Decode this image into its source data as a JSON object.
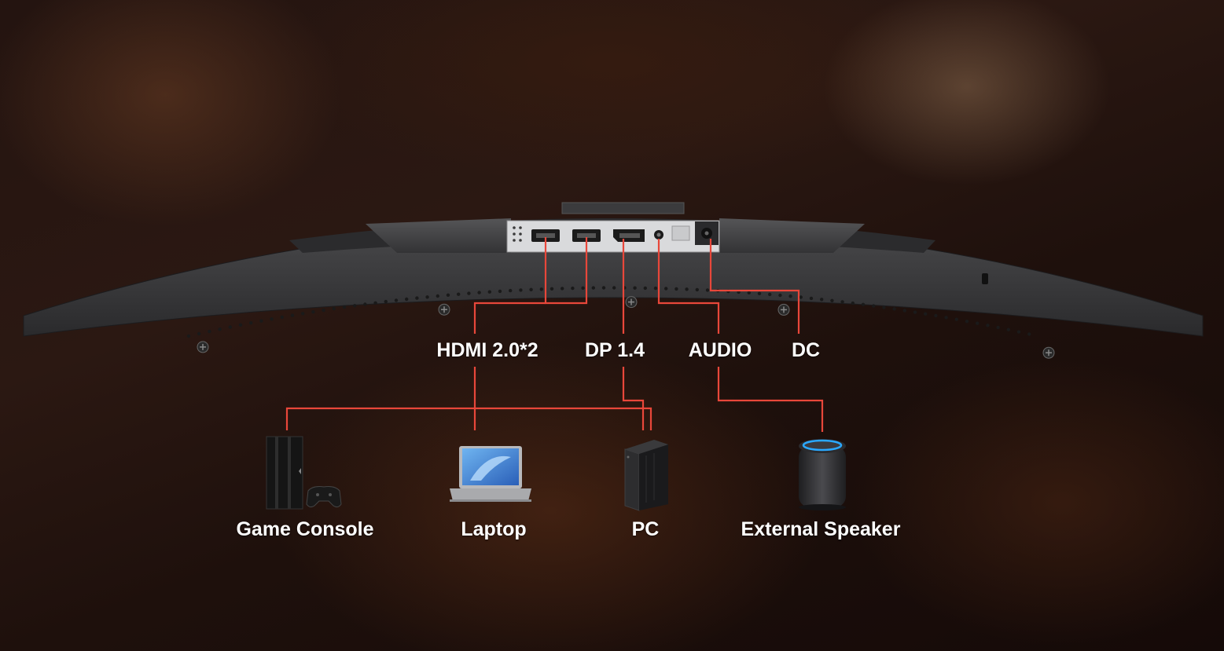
{
  "ports": {
    "hdmi": "HDMI 2.0*2",
    "dp": "DP 1.4",
    "audio": "AUDIO",
    "dc": "DC"
  },
  "devices": {
    "console": "Game Console",
    "laptop": "Laptop",
    "pc": "PC",
    "speaker": "External Speaker"
  },
  "colors": {
    "line": "#e8473a",
    "monitor": "#3d3d3f"
  }
}
